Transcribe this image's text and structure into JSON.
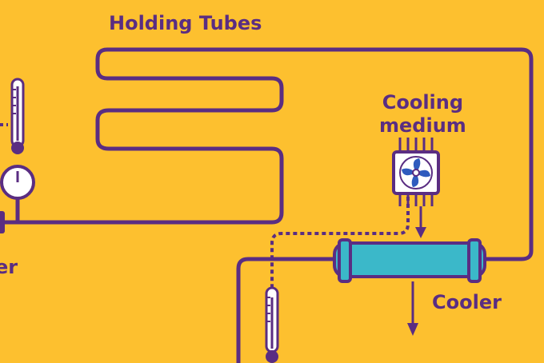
{
  "labels": {
    "holding_tubes": "Holding Tubes",
    "cooling_line1": "Cooling",
    "cooling_line2": "medium",
    "cooler": "Cooler",
    "left_fragment": "er"
  },
  "colors": {
    "background": "#FDC02F",
    "line": "#5A2D82",
    "cooler_fill": "#3BB8C9",
    "gauge_fill": "#FFFFFF",
    "fan_blade": "#2E5BBE"
  },
  "icons": [
    "thermometer-icon",
    "pressure-gauge-icon",
    "fan-icon",
    "arrow-down-icon",
    "cooler-icon"
  ]
}
